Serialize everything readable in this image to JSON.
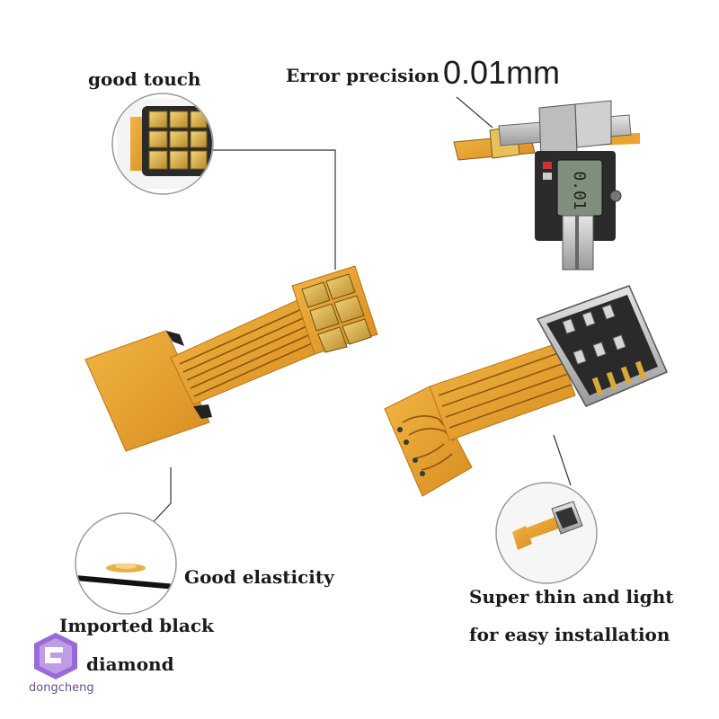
{
  "labels": {
    "good_touch": "good touch",
    "error_precision": "Error precision",
    "precision_value": "0.01mm",
    "good_elasticity": "Good elasticity",
    "imported_line1": "Imported black",
    "imported_line2": "diamond",
    "thin_line1": "Super thin and light",
    "thin_line2": "for easy installation"
  },
  "watermark": {
    "brand": "dongcheng"
  },
  "colors": {
    "flex_orange": "#e9a32e",
    "flex_dark": "#c9801a",
    "gold_contact": "#d9b24a",
    "metal": "#c8c8c8"
  }
}
